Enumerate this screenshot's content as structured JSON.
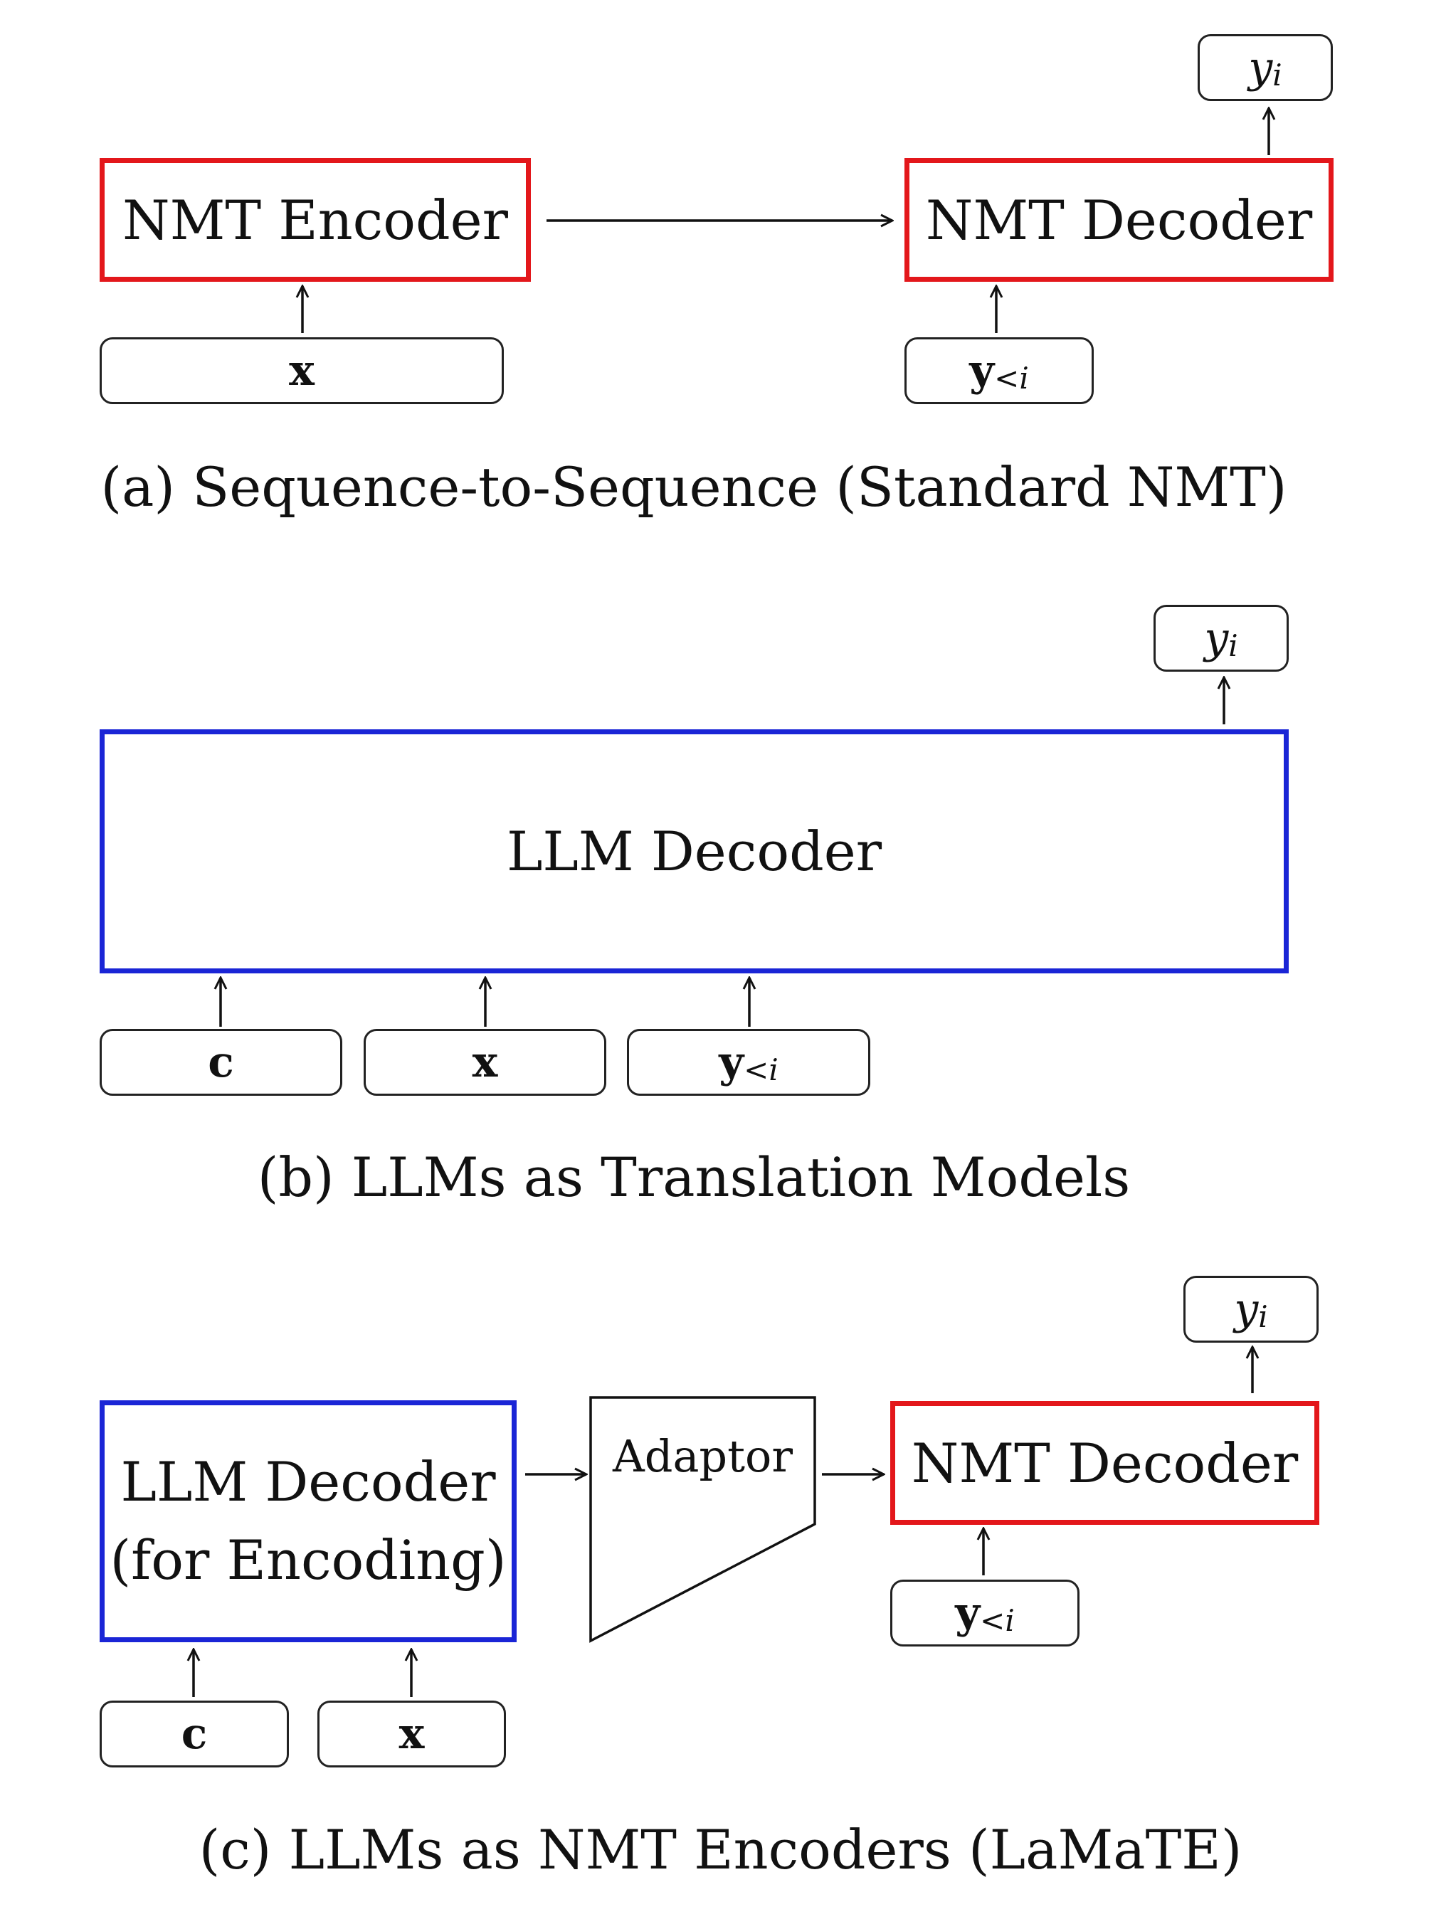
{
  "panel_a": {
    "encoder_label": "NMT Encoder",
    "decoder_label": "NMT Decoder",
    "input_x": "x",
    "output_y": "y",
    "output_y_sub": "i",
    "input_y": "y",
    "input_y_sub": "<i",
    "caption": "(a) Sequence-to-Sequence (Standard NMT)"
  },
  "panel_b": {
    "decoder_label": "LLM Decoder",
    "input_c": "c",
    "input_x": "x",
    "input_y": "y",
    "input_y_sub": "<i",
    "output_y": "y",
    "output_y_sub": "i",
    "caption": "(b) LLMs as Translation Models"
  },
  "panel_c": {
    "llm_label_line1": "LLM Decoder",
    "llm_label_line2": "(for Encoding)",
    "adaptor_label": "Adaptor",
    "decoder_label": "NMT Decoder",
    "input_c": "c",
    "input_x": "x",
    "input_y": "y",
    "input_y_sub": "<i",
    "output_y": "y",
    "output_y_sub": "i",
    "caption": "(c) LLMs as NMT Encoders (LaMaTE)"
  },
  "colors": {
    "nmt_border": "#e3171b",
    "llm_border": "#1a25d6",
    "stroke": "#111111"
  }
}
